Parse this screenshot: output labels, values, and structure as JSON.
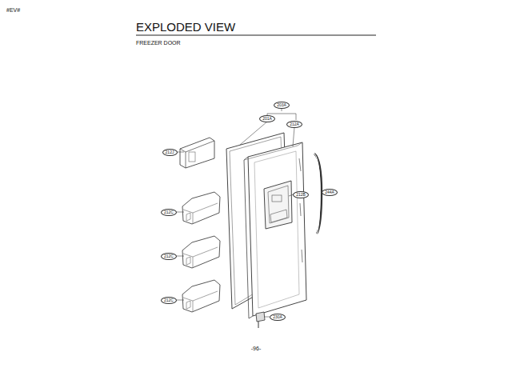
{
  "diagram": {
    "title": "EXPLODED VIEW",
    "nodes": [
      {
        "text": [
          "203A"
        ]
      },
      {
        "text": [
          "201A"
        ]
      },
      {
        "text": [
          "212A"
        ]
      },
      {
        "text": [
          "212J"
        ]
      },
      {
        "text": [
          "212B"
        ]
      },
      {
        "text": [
          "244A"
        ]
      },
      {
        "text": [
          "212C"
        ]
      },
      {
        "text": [
          "212C"
        ]
      },
      {
        "text": [
          "212C"
        ]
      },
      {
        "text": [
          "230A"
        ]
      }
    ],
    "labels": [
      "#EV#",
      "FREEZER DOOR",
      "-96-"
    ]
  }
}
